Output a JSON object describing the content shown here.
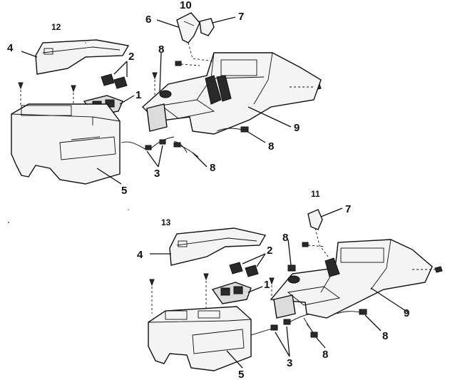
{
  "figures": [
    {
      "id": "12",
      "callouts": {
        "c1": "1",
        "c2": "2",
        "c3": "3",
        "c4": "4",
        "c5": "5",
        "c6": "6",
        "c7": "7",
        "c8a": "8",
        "c8b": "8",
        "c8c": "8",
        "c9": "9",
        "c10": "10"
      }
    },
    {
      "id": "13",
      "callouts": {
        "c1": "1",
        "c2": "2",
        "c3": "3",
        "c4": "4",
        "c5": "5",
        "c7": "7",
        "c8a": "8",
        "c8b": "8",
        "c8c": "8",
        "c9": "9",
        "c11": "11"
      }
    }
  ]
}
